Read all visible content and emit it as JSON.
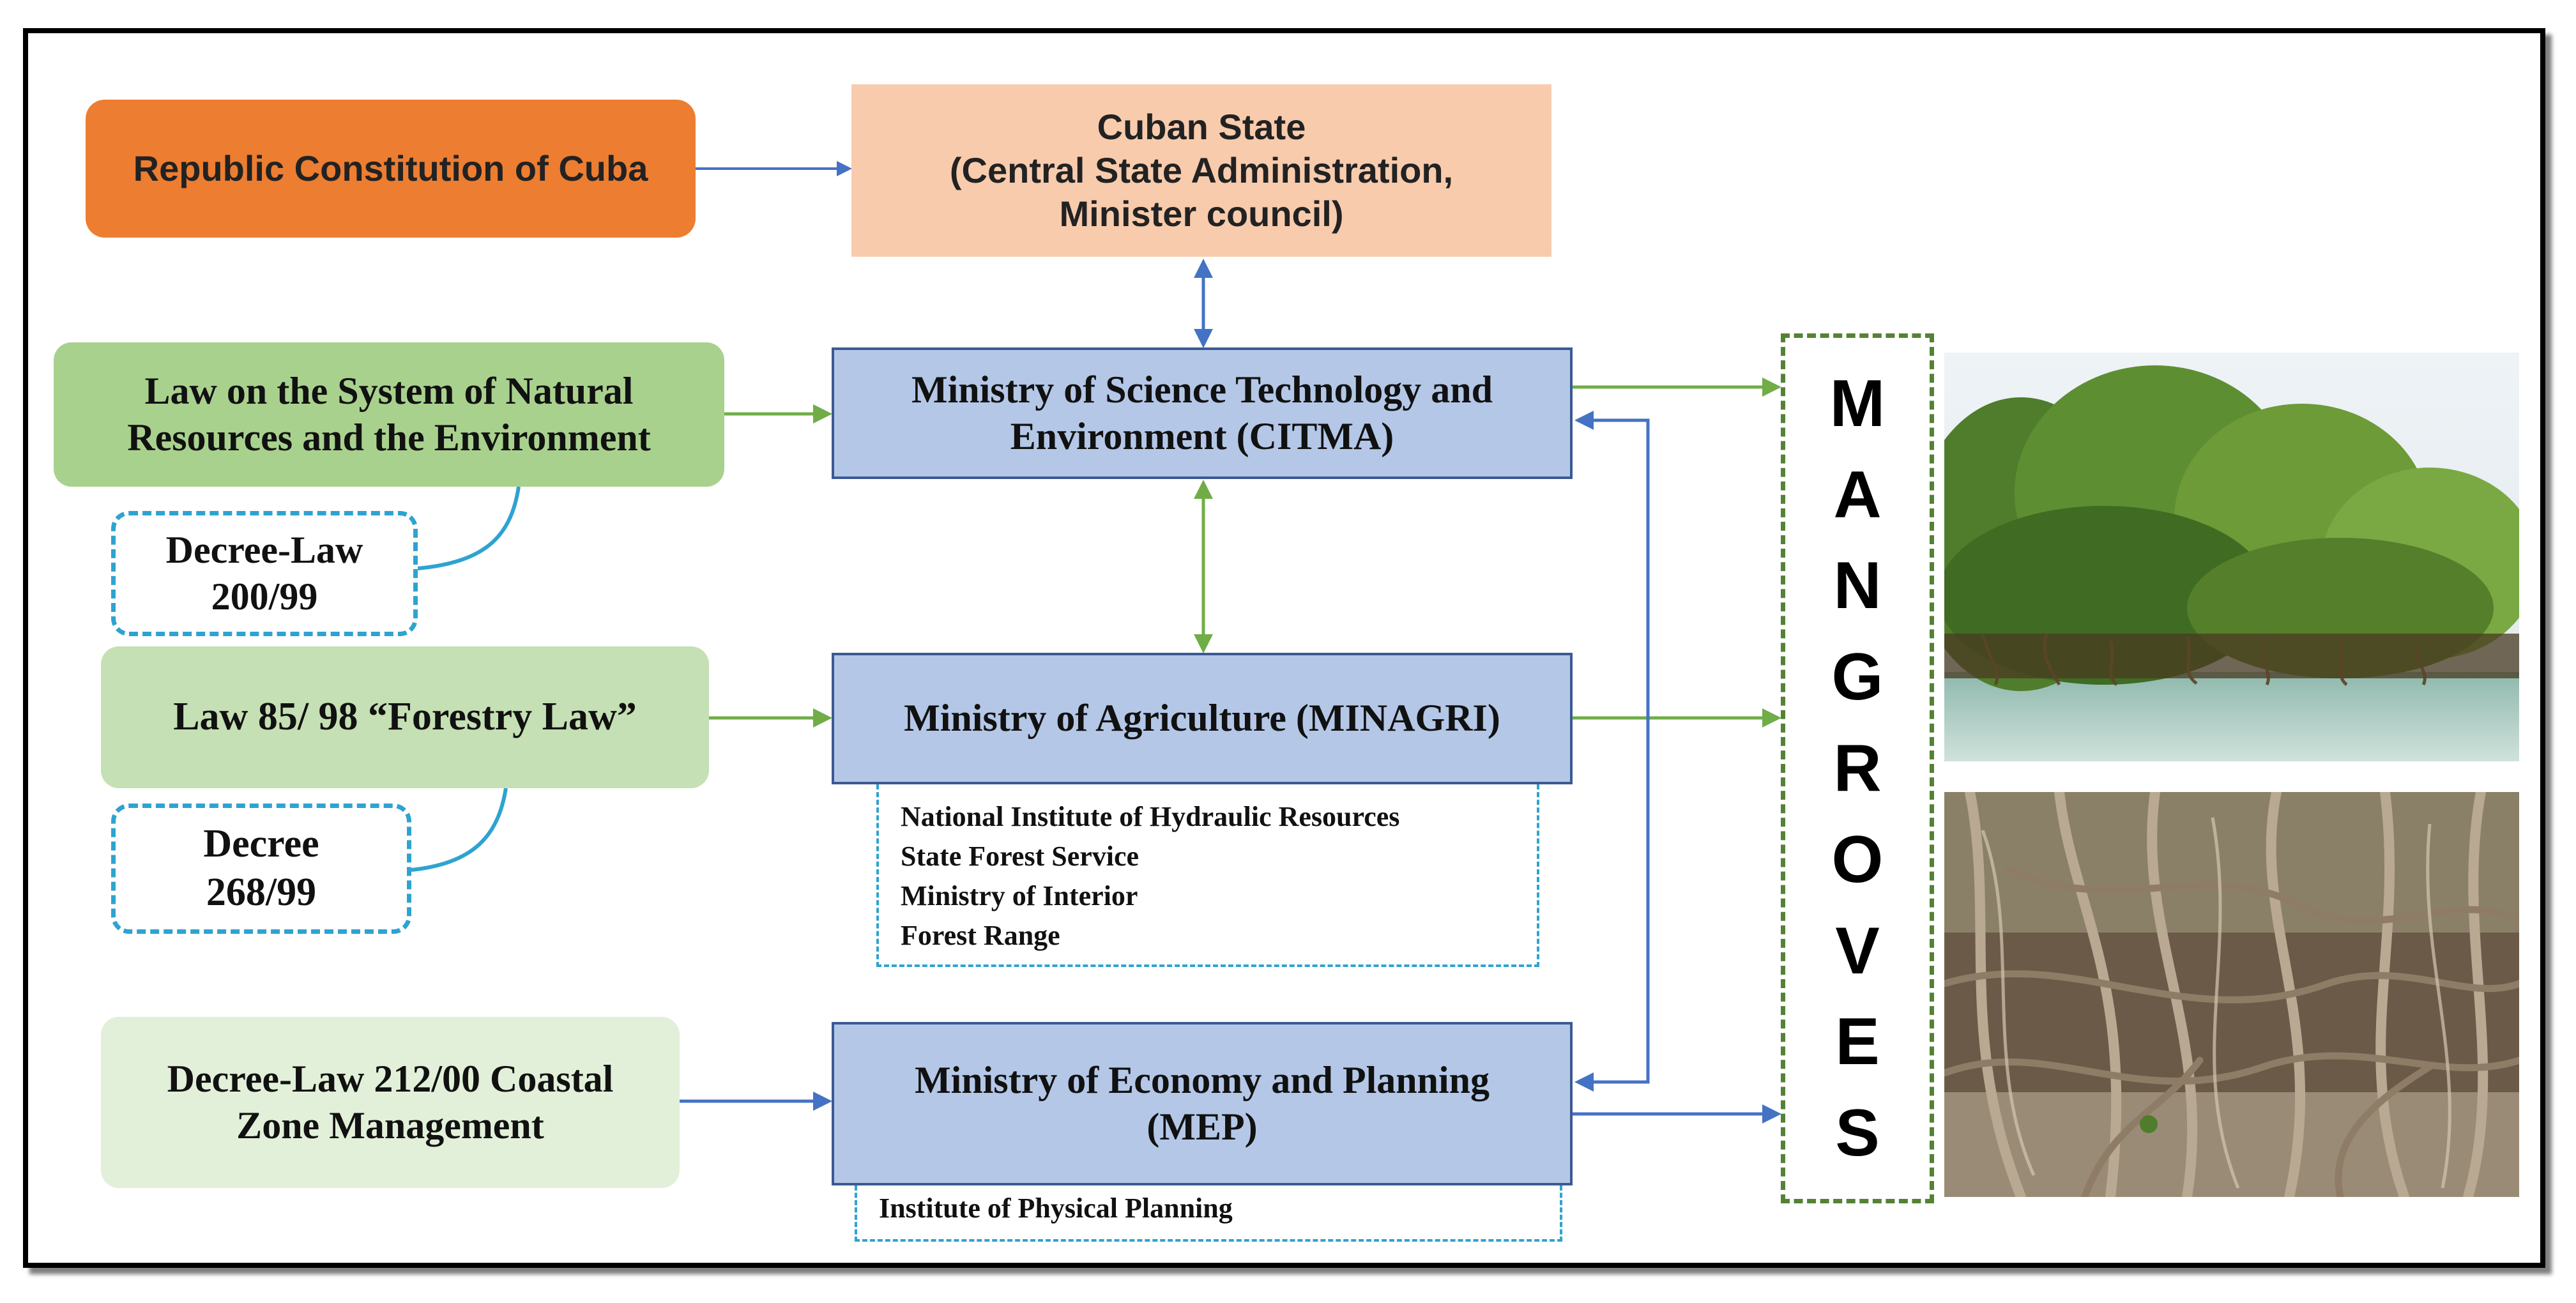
{
  "constitution": "Republic Constitution of Cuba",
  "cuban_state": {
    "line1": "Cuban State",
    "line2": "(Central State Administration,",
    "line3": "Minister council)"
  },
  "law_environment": {
    "line1": "Law on the System of Natural",
    "line2": "Resources and the Environment"
  },
  "citma": {
    "line1": "Ministry of Science Technology and",
    "line2": "Environment (CITMA)"
  },
  "decree_law_200": {
    "line1": "Decree-Law",
    "line2": "200/99"
  },
  "forestry_law": "Law 85/ 98 “Forestry Law”",
  "minagri": "Ministry of Agriculture (MINAGRI)",
  "minagri_sub": [
    "National Institute of Hydraulic Resources",
    "State Forest Service",
    "Ministry of Interior",
    "Forest Range"
  ],
  "decree_268": {
    "line1": "Decree",
    "line2": "268/99"
  },
  "coastal_law": {
    "line1": "Decree-Law 212/00 Coastal",
    "line2": "Zone Management"
  },
  "mep": {
    "line1": "Ministry of Economy and Planning",
    "line2": "(MEP)"
  },
  "mep_sub": "Institute of Physical Planning",
  "mangroves_letters": [
    "M",
    "A",
    "N",
    "G",
    "R",
    "O",
    "V",
    "E",
    "S"
  ],
  "colors": {
    "constitution": "#ED7D31",
    "cuban_state": "#F8CBAD",
    "ministry": "#B4C7E7",
    "law_environment": "#A9D18E",
    "forestry_law": "#C5E0B4",
    "coastal_law": "#E2F0D9",
    "dashed_blue": "#2EA3D1",
    "dashed_green": "#548235",
    "arrow_blue": "#4472C4",
    "arrow_green": "#70AD47"
  }
}
